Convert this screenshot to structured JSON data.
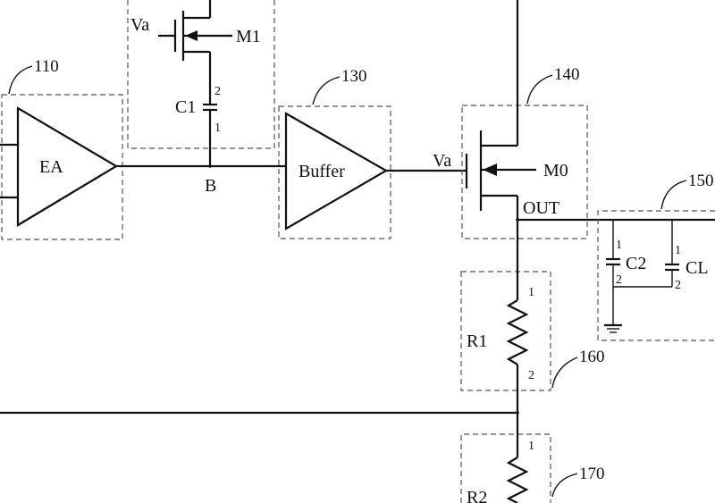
{
  "diagram": {
    "refs": {
      "r110": "110",
      "r130": "130",
      "r140": "140",
      "r150": "150",
      "r160": "160",
      "r170": "170"
    },
    "blocks": {
      "ea": "EA",
      "buffer": "Buffer"
    },
    "components": {
      "m1": "M1",
      "m0": "M0",
      "c1": "C1",
      "c2": "C2",
      "cl": "CL",
      "r1": "R1",
      "r2": "R2"
    },
    "nodes": {
      "va_m1": "Va",
      "va_m0": "Va",
      "b": "B",
      "out": "OUT"
    },
    "pins": {
      "c1_top": "2",
      "c1_bottom": "1",
      "c2_top": "1",
      "c2_bottom": "2",
      "cl_top": "1",
      "cl_bottom": "2",
      "r1_top": "1",
      "r1_bottom": "2",
      "r2_top": "1"
    }
  }
}
